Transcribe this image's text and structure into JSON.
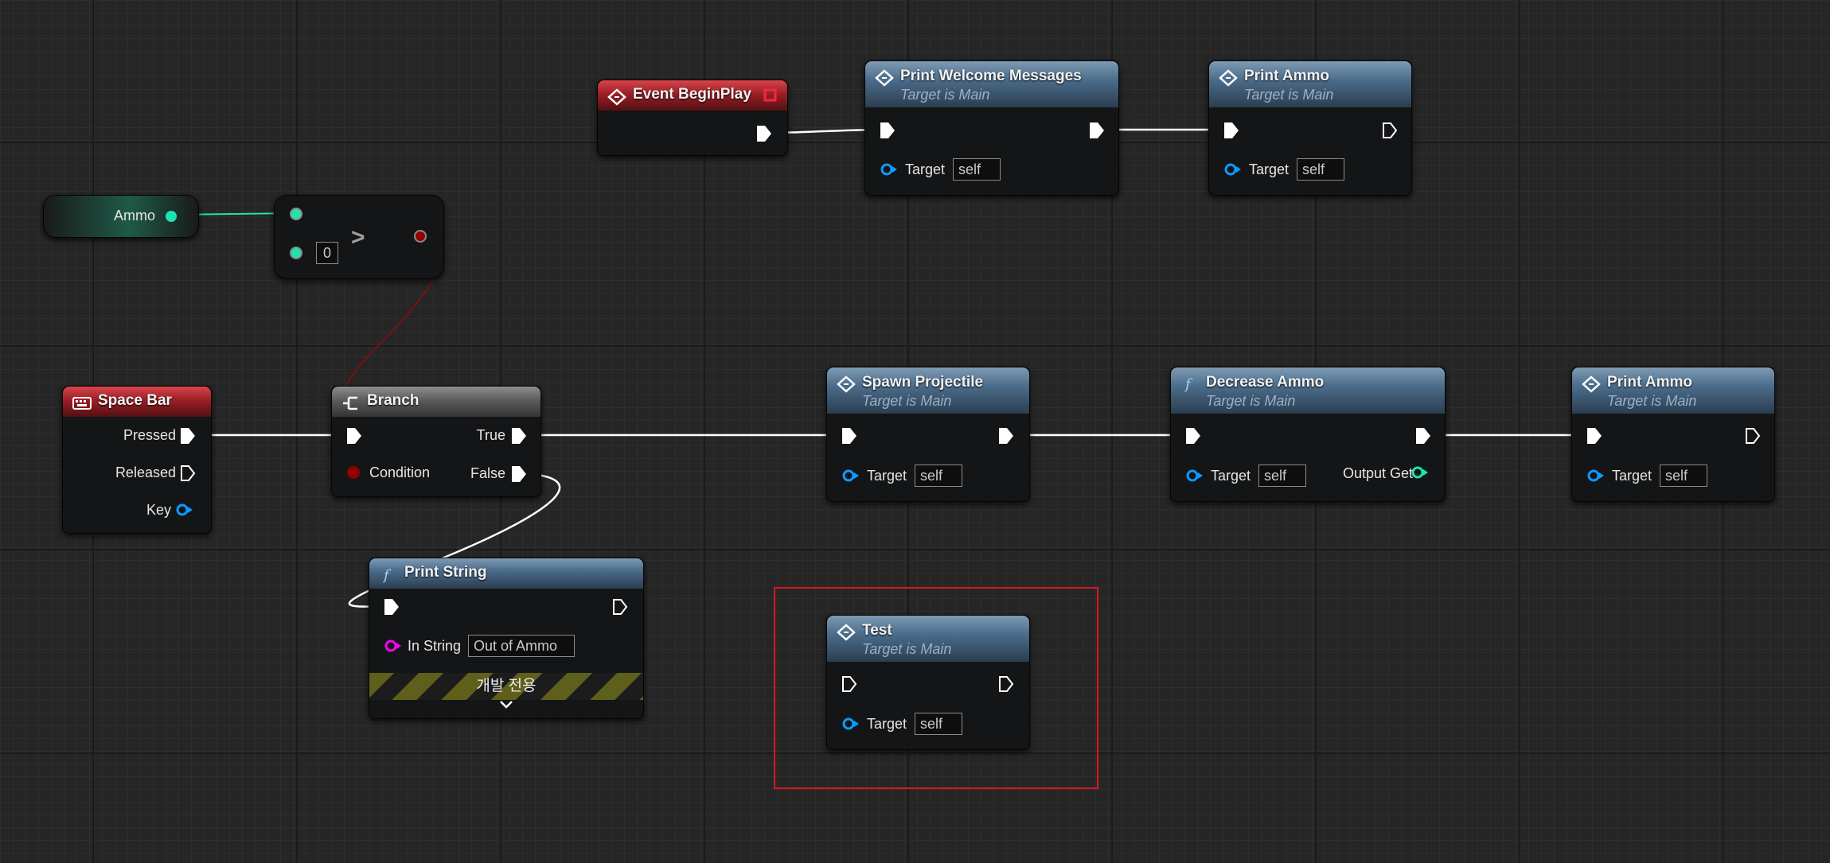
{
  "variable": {
    "label": "Ammo"
  },
  "compare": {
    "operator": ">",
    "default_value": "0"
  },
  "event_begin_play": {
    "title": "Event BeginPlay"
  },
  "print_welcome": {
    "title": "Print Welcome Messages",
    "subtitle": "Target is Main",
    "target_label": "Target",
    "target_value": "self"
  },
  "print_ammo_top": {
    "title": "Print Ammo",
    "subtitle": "Target is Main",
    "target_label": "Target",
    "target_value": "self"
  },
  "space_bar": {
    "title": "Space Bar",
    "pressed": "Pressed",
    "released": "Released",
    "key": "Key"
  },
  "branch": {
    "title": "Branch",
    "condition": "Condition",
    "true_label": "True",
    "false_label": "False"
  },
  "spawn_projectile": {
    "title": "Spawn Projectile",
    "subtitle": "Target is Main",
    "target_label": "Target",
    "target_value": "self"
  },
  "decrease_ammo": {
    "title": "Decrease Ammo",
    "subtitle": "Target is Main",
    "target_label": "Target",
    "target_value": "self",
    "output_label": "Output Get"
  },
  "print_ammo_bottom": {
    "title": "Print Ammo",
    "subtitle": "Target is Main",
    "target_label": "Target",
    "target_value": "self"
  },
  "print_string": {
    "title": "Print String",
    "in_string_label": "In String",
    "in_string_value": "Out of Ammo",
    "dev_only_label": "개발 전용"
  },
  "test": {
    "title": "Test",
    "subtitle": "Target is Main",
    "target_label": "Target",
    "target_value": "self"
  },
  "colors": {
    "exec_wire": "#ffffff",
    "int_pin": "#1fe3af",
    "bool_pin": "#920101",
    "object_pin": "#0c9bff",
    "string_pin": "#f108f1",
    "selection": "#d8191b"
  }
}
